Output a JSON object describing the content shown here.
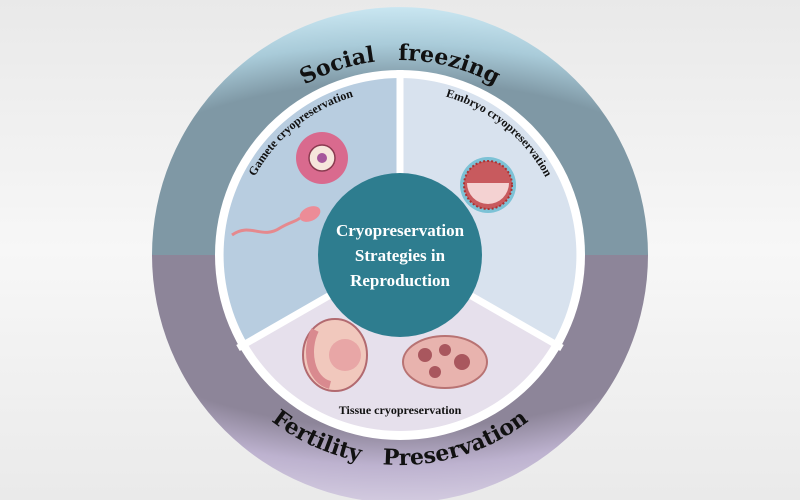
{
  "center": {
    "lines": [
      "Cryopreservation",
      "Strategies in",
      "Reproduction"
    ]
  },
  "outer_ring": {
    "top_label": "Social   freezing",
    "bottom_label": "Fertility   Preservation"
  },
  "sectors": [
    {
      "label": "Gamete cryopreservation"
    },
    {
      "label": "Embryo cryopreservation"
    },
    {
      "label": "Tissue cryopreservation"
    }
  ],
  "colors": {
    "top_ring": "#b9d9e6",
    "bottom_ring": "#c7bfd6",
    "center": "#2e7d8f"
  }
}
